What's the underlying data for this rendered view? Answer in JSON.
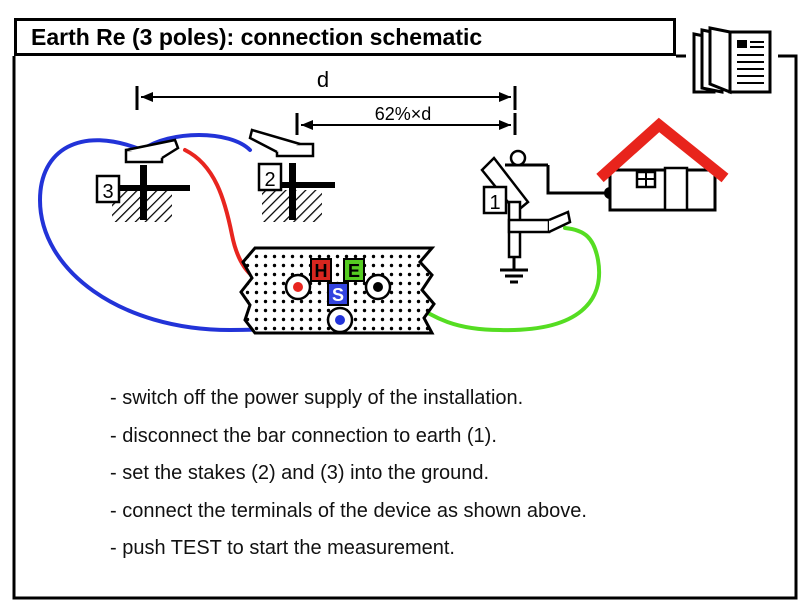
{
  "header": {
    "title": "Earth Re (3 poles): connection schematic",
    "help_icon": "book-icon"
  },
  "diagram": {
    "distance_label": "d",
    "partial_distance_label": "62%×d",
    "stake_labels": [
      "1",
      "2",
      "3"
    ],
    "terminals": {
      "H": "H",
      "E": "E",
      "S": "S"
    },
    "colors": {
      "H_lead": "#e8251f",
      "S_lead": "#2233d8",
      "E_lead": "#55dd22",
      "H_badge": "#d8261f",
      "E_badge": "#55cc22",
      "S_badge": "#3344e0",
      "roof": "#e8241c"
    }
  },
  "instructions": [
    "- switch off the power supply of the installation.",
    "- disconnect the bar connection to earth (1).",
    "- set the stakes (2) and (3) into the ground.",
    "- connect the terminals of the device as shown above.",
    "- push TEST to start the measurement."
  ]
}
